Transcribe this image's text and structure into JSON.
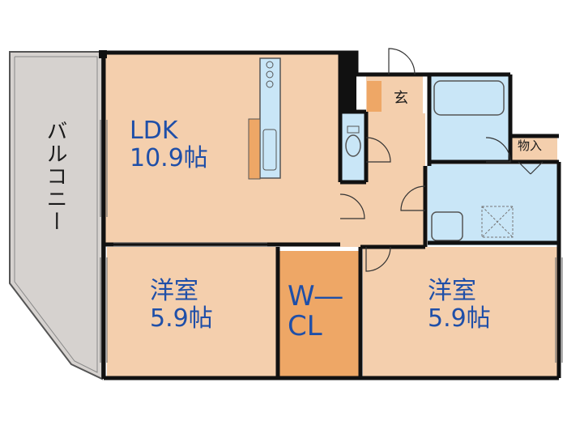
{
  "rooms": {
    "balcony": {
      "label": "バルコニー"
    },
    "ldk": {
      "name": "LDK",
      "size": "10.9帖"
    },
    "western_left": {
      "name": "洋室",
      "size": "5.9帖"
    },
    "wcl": {
      "line1": "W―",
      "line2": "CL"
    },
    "western_right": {
      "name": "洋室",
      "size": "5.9帖"
    },
    "entrance": {
      "label": "玄"
    },
    "storage": {
      "label": "物入"
    }
  },
  "colors": {
    "wall": "#111111",
    "room_floor": "#f4cfad",
    "closet_floor": "#eea766",
    "wet_area": "#c9e6f7",
    "balcony": "#d6d2cf",
    "label_text": "#1f4fa8"
  }
}
